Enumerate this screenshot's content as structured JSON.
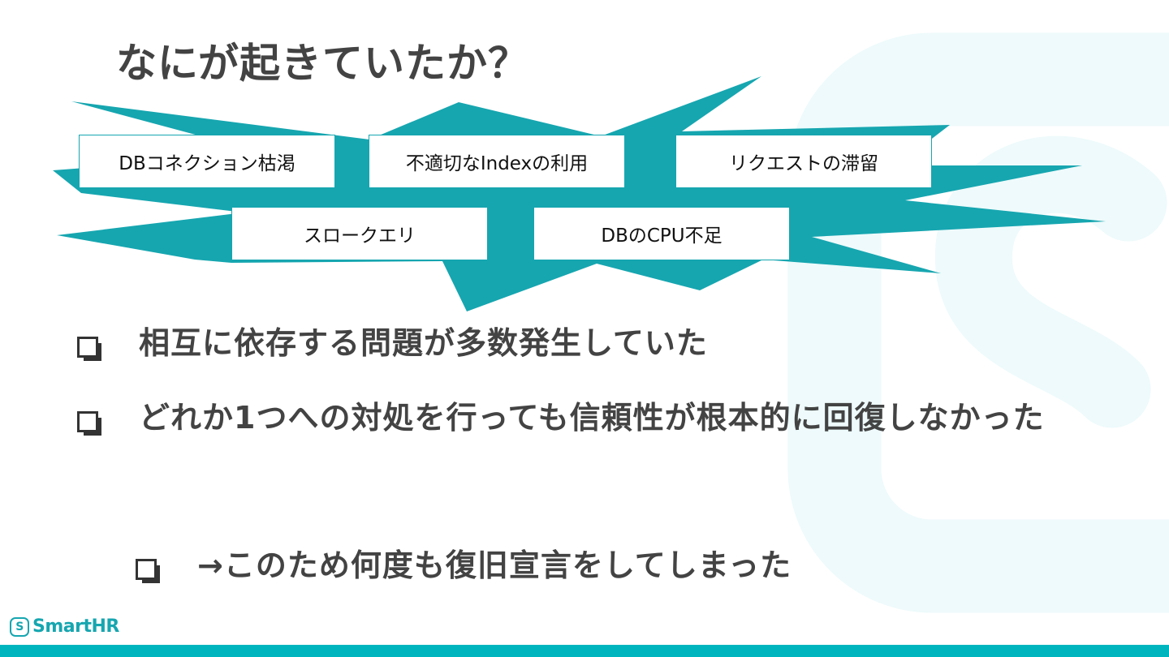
{
  "slide": {
    "title": "なにが起きていたか？",
    "issues": [
      "DBコネクション枯渇",
      "不適切なIndexの利用",
      "リクエストの滞留",
      "スロークエリ",
      "DBのCPU不足"
    ],
    "bullets": [
      "相互に依存する問題が多数発生していた",
      "どれか1つへの対処を行っても信頼性が根本的に回復しなかった"
    ],
    "sub_bullet": "→このため何度も復旧宣言をしてしまった",
    "brand": {
      "logo_mark": "S",
      "logo_text": "SmartHR"
    },
    "colors": {
      "accent": "#16a6b0",
      "footer": "#00b5be",
      "watermark": "#eefafb",
      "text": "#434343"
    }
  }
}
